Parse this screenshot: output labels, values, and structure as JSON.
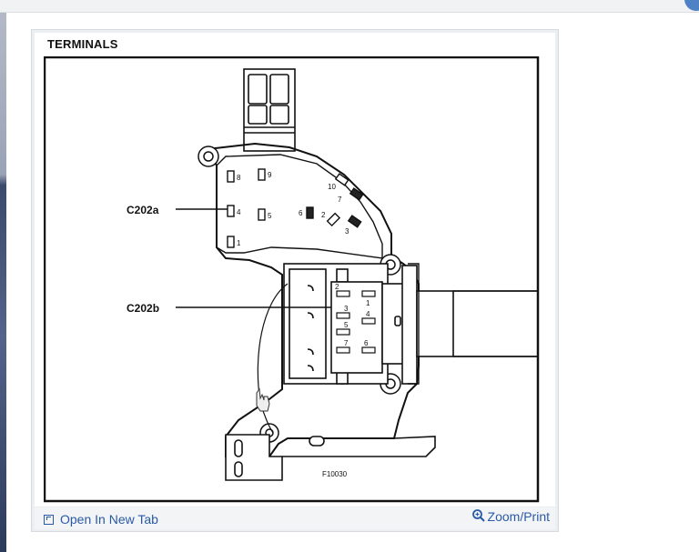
{
  "figure": {
    "title": "TERMINALS",
    "figure_code": "F10030",
    "connector_a": "C202a",
    "connector_b": "C202b",
    "c202a_pins": [
      "8",
      "9",
      "4",
      "5",
      "1",
      "6",
      "10",
      "7",
      "2",
      "3"
    ],
    "c202b_pins": [
      "2",
      "1",
      "3",
      "4",
      "5",
      "7",
      "6"
    ]
  },
  "footer": {
    "open_new_tab": "Open In New Tab",
    "zoom_print": "Zoom/Print"
  },
  "icons": {
    "open_new_tab": "open-new-tab-icon",
    "zoom": "magnifier-icon"
  },
  "colors": {
    "link": "#2a5aa7",
    "frame": "#eceff2"
  }
}
